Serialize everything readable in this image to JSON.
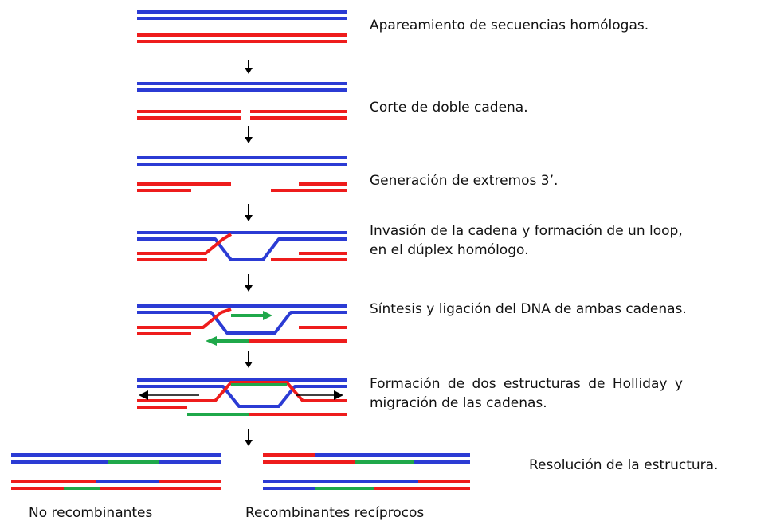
{
  "colors": {
    "blue": "#2b3bd4",
    "red": "#ee1c1c",
    "green": "#1fa84a",
    "arrow": "#000000"
  },
  "steps": [
    {
      "text": "Apareamiento de secuencias homólogas."
    },
    {
      "text": "Corte de doble cadena."
    },
    {
      "text": "Generación de extremos 3’."
    },
    {
      "line1": "Invasión de la cadena y formación de un loop,",
      "line2": "en el dúplex homólogo."
    },
    {
      "text": "Síntesis y ligación del DNA de ambas cadenas."
    },
    {
      "line1": "Formación de dos estructuras de Holliday y",
      "line2": "migración de las cadenas."
    },
    {
      "text": "Resolución de la estructura."
    }
  ],
  "outcomes": {
    "left_label": "No recombinantes",
    "right_label": "Recombinantes recíprocos"
  }
}
